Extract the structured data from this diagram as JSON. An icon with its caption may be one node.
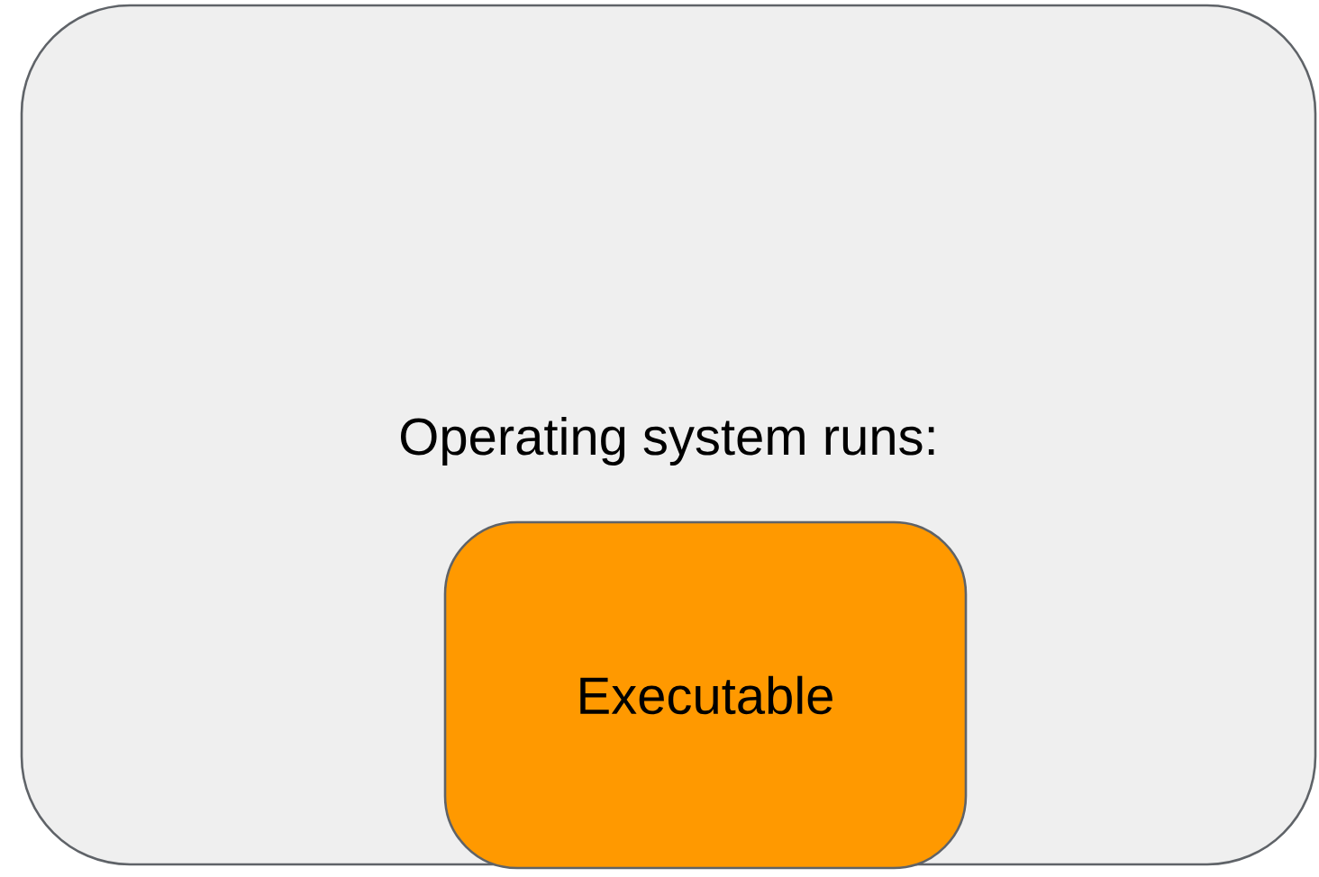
{
  "diagram": {
    "nodes": [
      {
        "text": [
          "Operating system runs:"
        ]
      },
      {
        "text": [
          "Executable"
        ],
        "in": 0
      }
    ]
  }
}
